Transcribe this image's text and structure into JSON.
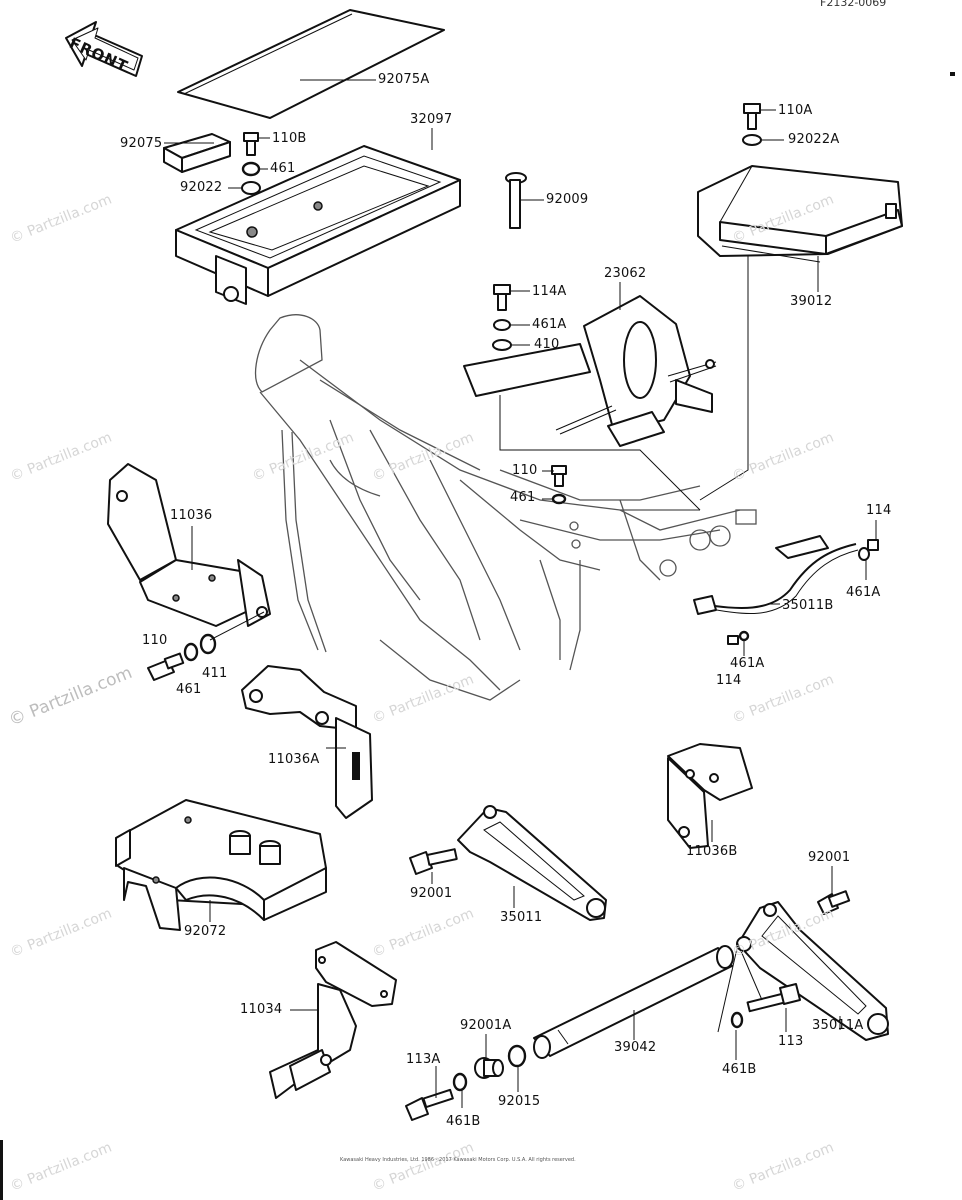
{
  "figure_code": "F2132-0069",
  "front_label": "FRONT",
  "watermark": "© Partzilla.com",
  "copyright": "Kawasaki Heavy Industries, Ltd. 1986 - 2017  Kawasaki Motors Corp. U.S.A. All rights reserved. ",
  "parts": {
    "p92075A": "92075A",
    "p92075": "92075",
    "p110B": "110B",
    "p32097": "32097",
    "p461_top": "461",
    "p92022": "92022",
    "p92009": "92009",
    "p110A": "110A",
    "p92022A": "92022A",
    "p39012": "39012",
    "p23062": "23062",
    "p114A": "114A",
    "p461A_top": "461A",
    "p410": "410",
    "p110_mid": "110",
    "p461_mid": "461",
    "p11036": "11036",
    "p114_right": "114",
    "p461A_right": "461A",
    "p35011B": "35011B",
    "p461A_low": "461A",
    "p114_low": "114",
    "p110_left": "110",
    "p461_left": "461",
    "p411": "411",
    "p11036A": "11036A",
    "p11036B": "11036B",
    "p92001_mid": "92001",
    "p35011": "35011",
    "p92001_right": "92001",
    "p92072": "92072",
    "p11034": "11034",
    "p92001A": "92001A",
    "p113A": "113A",
    "p461B_left": "461B",
    "p92015": "92015",
    "p39042": "39042",
    "p461B_right": "461B",
    "p113": "113",
    "p35011A": "35011A"
  }
}
